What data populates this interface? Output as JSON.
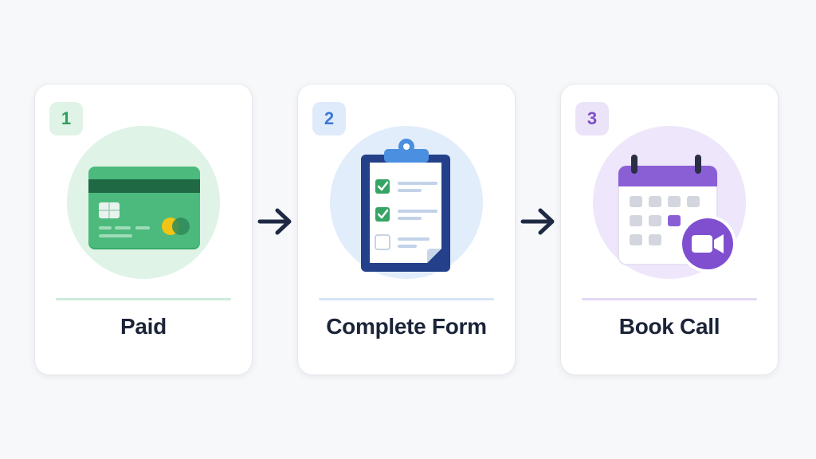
{
  "steps": [
    {
      "number": "1",
      "label": "Paid",
      "icon": "credit-card-icon",
      "accent": "#2f9e5e"
    },
    {
      "number": "2",
      "label": "Complete Form",
      "icon": "clipboard-checklist-icon",
      "accent": "#3b78d8"
    },
    {
      "number": "3",
      "label": "Book Call",
      "icon": "calendar-video-icon",
      "accent": "#7a4fc7"
    }
  ],
  "connectors": [
    "arrow-right-icon",
    "arrow-right-icon"
  ],
  "colors": {
    "background": "#f7f8fa",
    "card": "#ffffff",
    "text": "#1b2438"
  }
}
